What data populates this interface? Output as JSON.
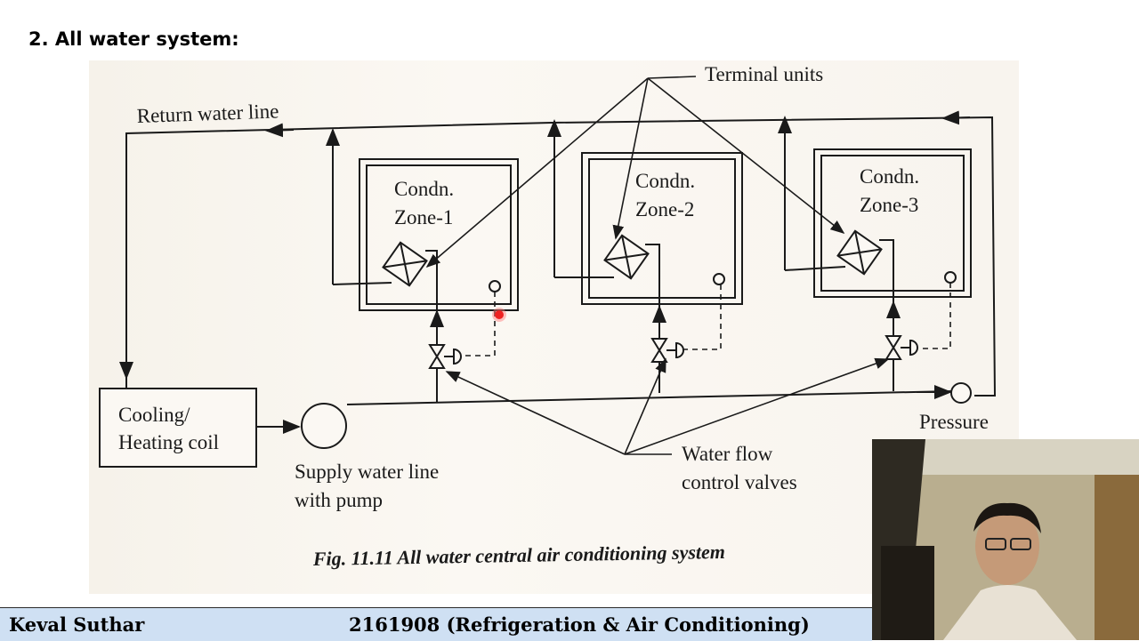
{
  "heading": "2. All water system:",
  "diagram": {
    "labels": {
      "terminal_units": "Terminal units",
      "return_water_line": "Return water line",
      "zone1_line1": "Condn.",
      "zone1_line2": "Zone-1",
      "zone2_line1": "Condn.",
      "zone2_line2": "Zone-2",
      "zone3_line1": "Condn.",
      "zone3_line2": "Zone-3",
      "coil_line1": "Cooling/",
      "coil_line2": "Heating coil",
      "supply_line1": "Supply water line",
      "supply_line2": "with pump",
      "pressure": "Pressure",
      "valves_line1": "Water flow",
      "valves_line2": "control valves"
    },
    "caption": "Fig. 11.11 All water central air conditioning system"
  },
  "footer": {
    "author": "Keval Suthar",
    "course": "2161908 (Refrigeration & Air Conditioning)"
  },
  "webcam": {
    "description_icon": "presenter-webcam-feed"
  }
}
